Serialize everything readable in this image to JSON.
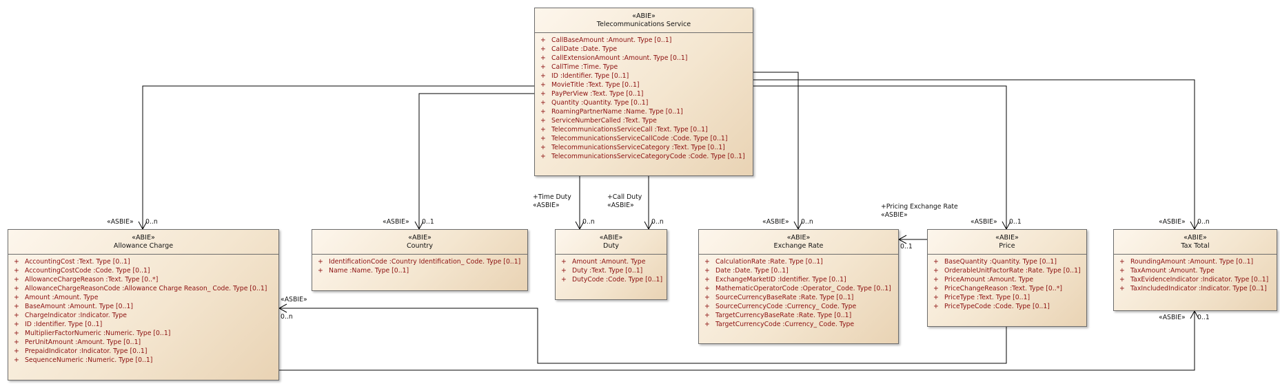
{
  "classes": {
    "telecom": {
      "stereotype": "«ABIE»",
      "name": "Telecommunications Service",
      "attributes": [
        "CallBaseAmount  :Amount. Type [0..1]",
        "CallDate  :Date. Type",
        "CallExtensionAmount  :Amount. Type [0..1]",
        "CallTime  :Time. Type",
        "ID  :Identifier. Type [0..1]",
        "MovieTitle  :Text. Type [0..1]",
        "PayPerView  :Text. Type [0..1]",
        "Quantity  :Quantity. Type [0..1]",
        "RoamingPartnerName  :Name. Type [0..1]",
        "ServiceNumberCalled  :Text. Type",
        "TelecommunicationsServiceCall  :Text. Type [0..1]",
        "TelecommunicationsServiceCallCode  :Code. Type [0..1]",
        "TelecommunicationsServiceCategory  :Text. Type [0..1]",
        "TelecommunicationsServiceCategoryCode  :Code. Type [0..1]"
      ]
    },
    "allowance": {
      "stereotype": "«ABIE»",
      "name": "Allowance Charge",
      "attributes": [
        "AccountingCost  :Text. Type [0..1]",
        "AccountingCostCode  :Code. Type [0..1]",
        "AllowanceChargeReason  :Text. Type [0..*]",
        "AllowanceChargeReasonCode  :Allowance Charge Reason_ Code. Type [0..1]",
        "Amount  :Amount. Type",
        "BaseAmount  :Amount. Type [0..1]",
        "ChargeIndicator  :Indicator. Type",
        "ID  :Identifier. Type [0..1]",
        "MultiplierFactorNumeric  :Numeric. Type [0..1]",
        "PerUnitAmount  :Amount. Type [0..1]",
        "PrepaidIndicator  :Indicator. Type [0..1]",
        "SequenceNumeric  :Numeric. Type [0..1]"
      ]
    },
    "country": {
      "stereotype": "«ABIE»",
      "name": "Country",
      "attributes": [
        "IdentificationCode  :Country Identification_ Code. Type [0..1]",
        "Name  :Name. Type [0..1]"
      ]
    },
    "duty": {
      "stereotype": "«ABIE»",
      "name": "Duty",
      "attributes": [
        "Amount  :Amount. Type",
        "Duty  :Text. Type [0..1]",
        "DutyCode  :Code. Type [0..1]"
      ]
    },
    "exchange": {
      "stereotype": "«ABIE»",
      "name": "Exchange Rate",
      "attributes": [
        "CalculationRate  :Rate. Type [0..1]",
        "Date  :Date. Type [0..1]",
        "ExchangeMarketID  :Identifier. Type [0..1]",
        "MathematicOperatorCode  :Operator_ Code. Type [0..1]",
        "SourceCurrencyBaseRate  :Rate. Type [0..1]",
        "SourceCurrencyCode  :Currency_ Code. Type",
        "TargetCurrencyBaseRate  :Rate. Type [0..1]",
        "TargetCurrencyCode  :Currency_ Code. Type"
      ]
    },
    "price": {
      "stereotype": "«ABIE»",
      "name": "Price",
      "attributes": [
        "BaseQuantity  :Quantity. Type [0..1]",
        "OrderableUnitFactorRate  :Rate. Type [0..1]",
        "PriceAmount  :Amount. Type",
        "PriceChangeReason  :Text. Type [0..*]",
        "PriceType  :Text. Type [0..1]",
        "PriceTypeCode  :Code. Type [0..1]"
      ]
    },
    "taxtotal": {
      "stereotype": "«ABIE»",
      "name": "Tax Total",
      "attributes": [
        "RoundingAmount  :Amount. Type [0..1]",
        "TaxAmount  :Amount. Type",
        "TaxEvidenceIndicator  :Indicator. Type [0..1]",
        "TaxIncludedIndicator  :Indicator. Type [0..1]"
      ]
    }
  },
  "visibility_marker": "+",
  "labels": {
    "allowance_stereo": "«ASBIE»",
    "allowance_mult": "0..n",
    "country_stereo": "«ASBIE»",
    "country_mult": "0..1",
    "duty_time_role": "+Time Duty",
    "duty_time_stereo": "«ASBIE»",
    "duty_time_mult": "0..n",
    "duty_call_role": "+Call Duty",
    "duty_call_stereo": "«ASBIE»",
    "duty_call_mult": "0..n",
    "exchange_stereo": "«ASBIE»",
    "exchange_mult": "0..n",
    "pricing_role": "+Pricing Exchange Rate",
    "pricing_stereo": "«ASBIE»",
    "pricing_mult": "0..1",
    "price_stereo": "«ASBIE»",
    "price_mult": "0..1",
    "tax_stereo": "«ASBIE»",
    "tax_mult": "0..n",
    "allow_from_price_stereo": "«ASBIE»",
    "allow_from_price_mult": "0..n",
    "tax_from_allow_stereo": "«ASBIE»",
    "tax_from_allow_mult": "0..1"
  }
}
